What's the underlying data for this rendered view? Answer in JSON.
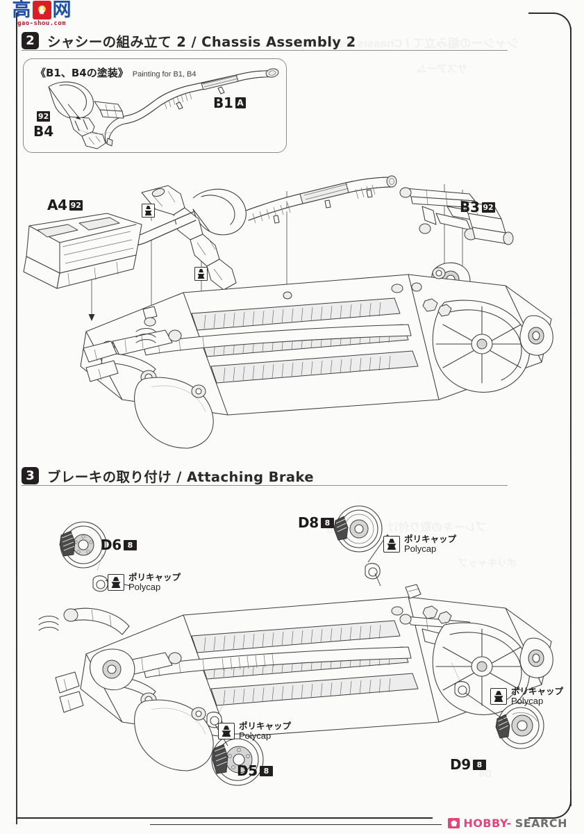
{
  "page": {
    "kind": "model-kit-instruction-sheet",
    "background_color": "#fbfbfa",
    "ink_color": "#3c3c3c",
    "frame_color": "#2b2b2b"
  },
  "watermark_top": {
    "char1": "高",
    "char2": "网",
    "seal_name": "flame-seal-icon",
    "url": "gao-shou.com",
    "char_color": "#1d4ea8",
    "url_color": "#c8102e"
  },
  "watermark_bottom": {
    "logo_name": "hobby-search-logo-icon",
    "brand_first": "HOBBY-",
    "brand_second": "SEARCH",
    "brand_color": "#e0457b",
    "brand_color_secondary": "#6d6d6d"
  },
  "sections": [
    {
      "number": "2",
      "title_jp": "シャシーの組み立て 2",
      "separator": "/",
      "title_en": "Chassis Assembly 2",
      "full_title": "シャシーの組み立て 2 / Chassis Assembly 2"
    },
    {
      "number": "3",
      "title_jp": "ブレーキの取り付け",
      "separator": "/",
      "title_en": "Attaching Brake",
      "full_title": "ブレーキの取り付け / Attaching Brake"
    }
  ],
  "paint_box": {
    "title_jp": "《B1、B4の塗装》",
    "title_en": "Painting for B1, B4",
    "parts": [
      {
        "name": "B1",
        "chip": "A",
        "chip_type": "letter"
      },
      {
        "name": "B4",
        "chip": "92",
        "chip_type": "number"
      }
    ]
  },
  "step2_parts": [
    {
      "name": "A4",
      "chip": "92",
      "chip_type": "number"
    },
    {
      "name": "B3",
      "chip": "92",
      "chip_type": "number"
    }
  ],
  "step3_parts": [
    {
      "name": "D6",
      "chip": "8",
      "chip_type": "number"
    },
    {
      "name": "D8",
      "chip": "8",
      "chip_type": "number"
    },
    {
      "name": "D5",
      "chip": "8",
      "chip_type": "number"
    },
    {
      "name": "D9",
      "chip": "8",
      "chip_type": "number"
    }
  ],
  "polycap_notes": [
    {
      "jp": "ポリキャップ",
      "en": "Polycap",
      "icon": "polycap-icon"
    },
    {
      "jp": "ポリキャップ",
      "en": "Polycap",
      "icon": "polycap-icon"
    },
    {
      "jp": "ポリキャップ",
      "en": "Polycap",
      "icon": "polycap-icon"
    },
    {
      "jp": "ポリキャップ",
      "en": "Polycap",
      "icon": "polycap-icon"
    }
  ],
  "assembly_markers": {
    "step2_polycap_marker_count": "2"
  }
}
